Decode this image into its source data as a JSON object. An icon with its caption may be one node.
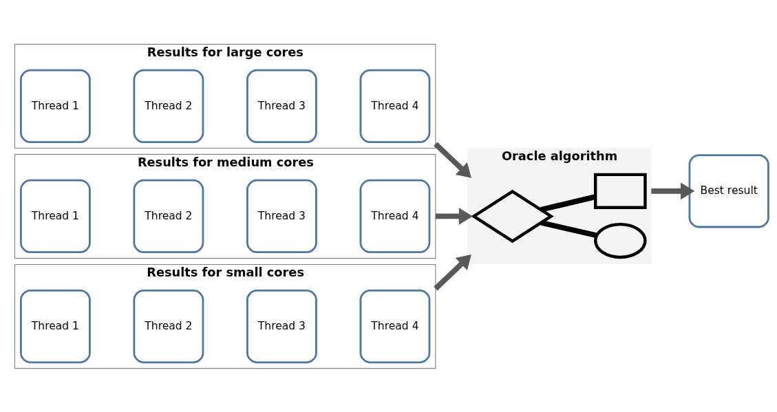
{
  "diagram": {
    "nodes": [
      {
        "text": [
          "Results for large cores"
        ]
      },
      {
        "text": [
          "Thread 1"
        ],
        "in": 0
      },
      {
        "text": [
          "Thread 2"
        ],
        "in": 0
      },
      {
        "text": [
          "Thread 3"
        ],
        "in": 0
      },
      {
        "text": [
          "Thread 4"
        ],
        "in": 0
      },
      {
        "text": [
          "Results for medium cores"
        ]
      },
      {
        "text": [
          "Thread 1"
        ],
        "in": 5
      },
      {
        "text": [
          "Thread 2"
        ],
        "in": 5
      },
      {
        "text": [
          "Thread 3"
        ],
        "in": 5
      },
      {
        "text": [
          "Thread 4"
        ],
        "in": 5
      },
      {
        "text": [
          "Results for small cores"
        ]
      },
      {
        "text": [
          "Thread 1"
        ],
        "in": 10
      },
      {
        "text": [
          "Thread 2"
        ],
        "in": 10
      },
      {
        "text": [
          "Thread 3"
        ],
        "in": 10
      },
      {
        "text": [
          "Thread 4"
        ],
        "in": 10
      },
      {
        "text": [
          "Oracle algorithm"
        ]
      },
      {
        "text": [],
        "shape": "diamond",
        "in": 15
      },
      {
        "text": [],
        "shape": "ellipse",
        "in": 15
      },
      {
        "text": [],
        "shape": "box",
        "in": 15
      },
      {
        "text": [
          "Best result"
        ]
      }
    ],
    "edges": [
      {
        "from": 0,
        "to": 15,
        "arrow": "to"
      },
      {
        "from": 5,
        "to": 15,
        "arrow": "to"
      },
      {
        "from": 10,
        "to": 15,
        "arrow": "to"
      },
      {
        "from": 16,
        "to": 17,
        "arrow": "none",
        "color": "#000000"
      },
      {
        "from": 16,
        "to": 18,
        "arrow": "none",
        "color": "#000000"
      },
      {
        "from": 15,
        "to": 19,
        "arrow": "to"
      }
    ]
  }
}
